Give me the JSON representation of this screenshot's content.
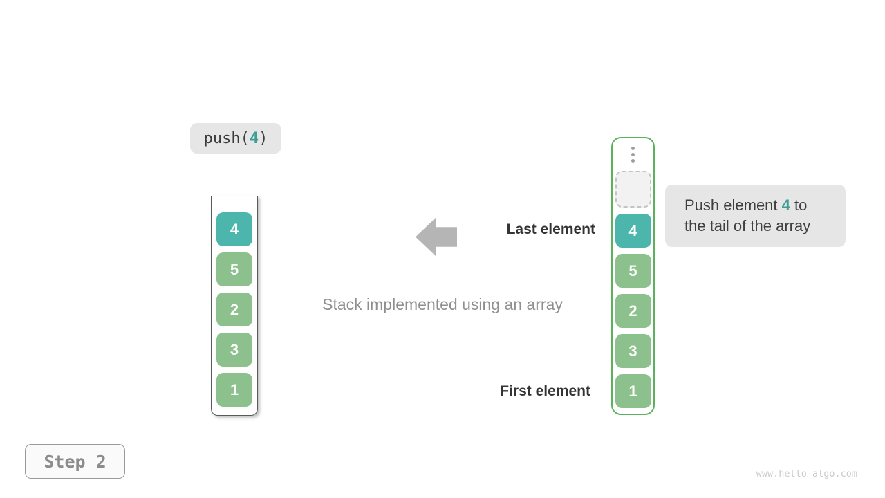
{
  "push_call": {
    "prefix": "push(",
    "arg": "4",
    "suffix": ")"
  },
  "stack_diagram": {
    "cells": [
      "4",
      "5",
      "2",
      "3",
      "1"
    ]
  },
  "array_diagram": {
    "cells": [
      "4",
      "5",
      "2",
      "3",
      "1"
    ],
    "ellipsis_icon": "vertical-ellipsis",
    "empty_slot_icon": "dashed-empty-slot"
  },
  "annotations": {
    "last_element": "Last element",
    "first_element": "First element",
    "caption": "Stack implemented using an array"
  },
  "tooltip": {
    "before": "Push element ",
    "highlight": "4",
    "after": " to",
    "line2": "the tail of the array"
  },
  "step_label": "Step 2",
  "watermark": "www.hello-algo.com",
  "colors": {
    "teal": "#4db6ac",
    "green": "#8cc08c",
    "array_border": "#5cb25c",
    "box_bg": "#e6e6e6",
    "arrow_gray": "#b5b5b5",
    "text_dark": "#343434",
    "text_gray": "#8f8f8f",
    "teal_text": "#3e9e94",
    "watermark_gray": "#cbcbcb"
  }
}
